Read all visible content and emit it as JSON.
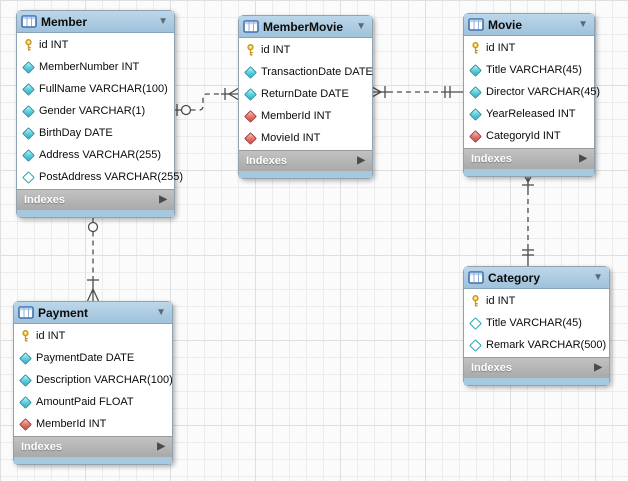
{
  "ui": {
    "indexes_label": "Indexes",
    "collapse_icon": "▼",
    "expand_icon": "▶"
  },
  "colors": {
    "table_header_blue": "#a9cade",
    "indexes_bar_gray": "#b3b3b3",
    "primary_key_icon": "#e6c34c",
    "column_icon_cyan": "#3fc0d2",
    "foreign_key_icon_red": "#d9665e",
    "connector_line": "#4d4d4d",
    "canvas_grid": "#ececec"
  },
  "tables": [
    {
      "name": "Member",
      "columns": [
        {
          "icon": "primary-key-icon",
          "label": "id INT"
        },
        {
          "icon": "column-icon",
          "label": "MemberNumber INT"
        },
        {
          "icon": "column-icon",
          "label": "FullName VARCHAR(100)"
        },
        {
          "icon": "column-icon",
          "label": "Gender VARCHAR(1)"
        },
        {
          "icon": "column-icon",
          "label": "BirthDay DATE"
        },
        {
          "icon": "column-icon",
          "label": "Address VARCHAR(255)"
        },
        {
          "icon": "column-nullable-icon",
          "label": "PostAddress VARCHAR(255)"
        }
      ]
    },
    {
      "name": "MemberMovie",
      "columns": [
        {
          "icon": "primary-key-icon",
          "label": "id INT"
        },
        {
          "icon": "column-icon",
          "label": "TransactionDate DATE"
        },
        {
          "icon": "column-icon",
          "label": "ReturnDate DATE"
        },
        {
          "icon": "foreign-key-icon",
          "label": "MemberId INT"
        },
        {
          "icon": "foreign-key-icon",
          "label": "MovieId INT"
        }
      ]
    },
    {
      "name": "Movie",
      "columns": [
        {
          "icon": "primary-key-icon",
          "label": "id INT"
        },
        {
          "icon": "column-icon",
          "label": "Title VARCHAR(45)"
        },
        {
          "icon": "column-icon",
          "label": "Director VARCHAR(45)"
        },
        {
          "icon": "column-icon",
          "label": "YearReleased INT"
        },
        {
          "icon": "foreign-key-icon",
          "label": "CategoryId INT"
        }
      ]
    },
    {
      "name": "Category",
      "columns": [
        {
          "icon": "primary-key-icon",
          "label": "id INT"
        },
        {
          "icon": "column-nullable-icon",
          "label": "Title VARCHAR(45)"
        },
        {
          "icon": "column-nullable-icon",
          "label": "Remark VARCHAR(500)"
        }
      ]
    },
    {
      "name": "Payment",
      "columns": [
        {
          "icon": "primary-key-icon",
          "label": "id INT"
        },
        {
          "icon": "column-icon",
          "label": "PaymentDate DATE"
        },
        {
          "icon": "column-icon",
          "label": "Description VARCHAR(100)"
        },
        {
          "icon": "column-icon",
          "label": "AmountPaid FLOAT"
        },
        {
          "icon": "foreign-key-icon",
          "label": "MemberId INT"
        }
      ]
    }
  ],
  "relationships": [
    {
      "from": "Member",
      "to": "MemberMovie",
      "from_end": "one-optional (circle+bar)",
      "to_end": "many-mandatory (crow-foot+bar)"
    },
    {
      "from": "Movie",
      "to": "MemberMovie",
      "from_end": "one-mandatory (double bar)",
      "to_end": "many-mandatory (crow-foot+bar)"
    },
    {
      "from": "Category",
      "to": "Movie",
      "from_end": "one-mandatory (double bar)",
      "to_end": "many-mandatory (crow-foot+bar)"
    },
    {
      "from": "Member",
      "to": "Payment",
      "from_end": "one-optional (circle+bar)",
      "to_end": "many-mandatory (crow-foot+bar)"
    }
  ]
}
